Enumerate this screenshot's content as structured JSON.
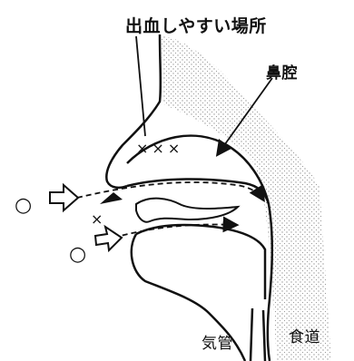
{
  "labels": {
    "bleeding_site": "出血しやすい場所",
    "nasal_cavity": "鼻腔",
    "trachea": "気管",
    "esophagus": "食道"
  },
  "marks": {
    "circle": "○",
    "cross": "×",
    "cross_triple": "×××"
  },
  "colors": {
    "line": "#111111",
    "stipple": "#9a9a9a",
    "background": "#ffffff"
  }
}
